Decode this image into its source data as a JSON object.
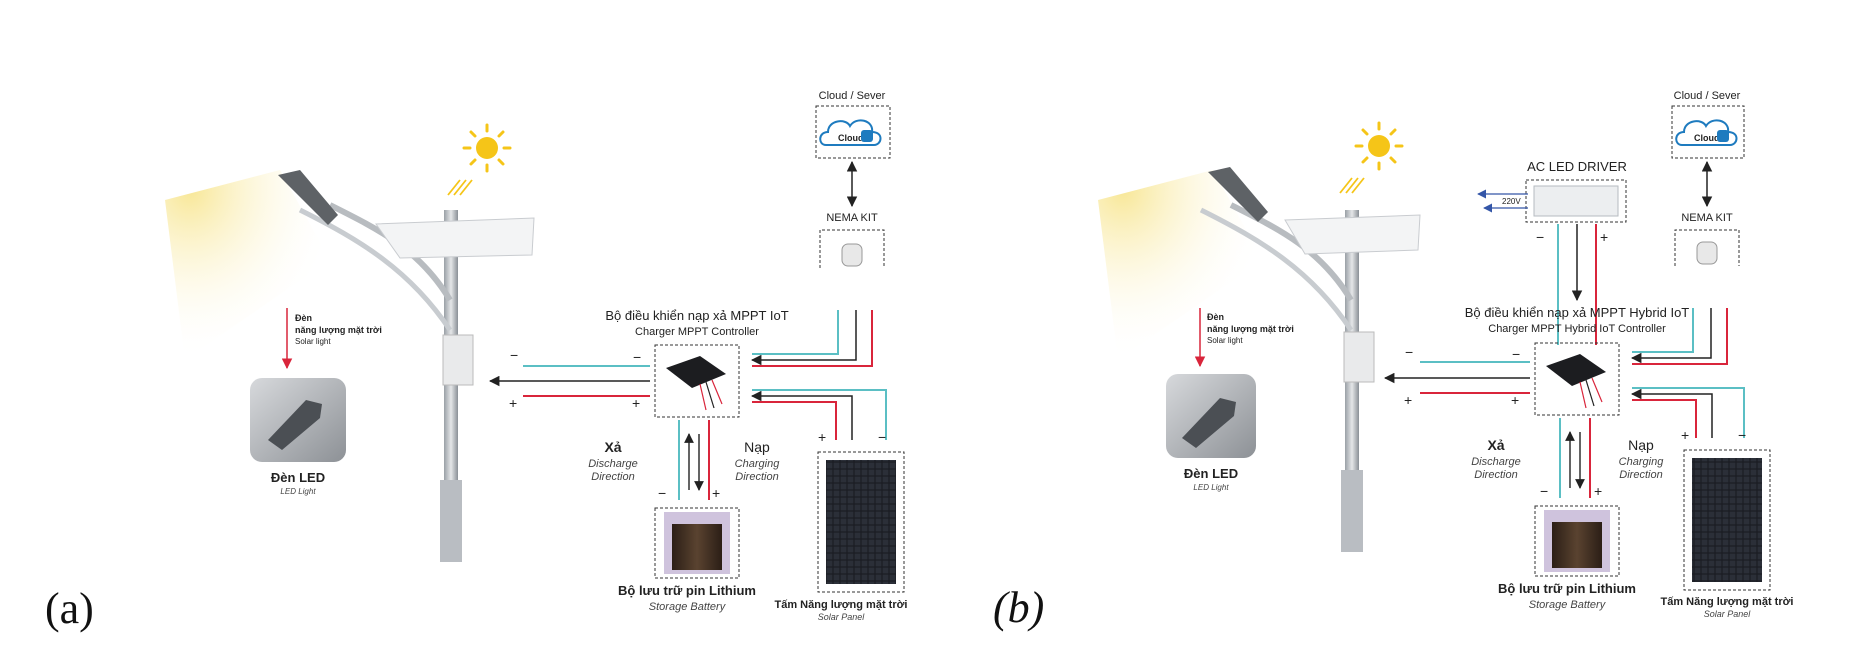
{
  "colors": {
    "negative_wire": "#5bbfc4",
    "positive_wire": "#d9253b",
    "control_wire": "#222222",
    "sun": "#f5c518",
    "node_border": "#333333",
    "cloud_stroke": "#1e7bbf"
  },
  "panels": [
    {
      "label": "(a)",
      "solar_light_label": {
        "line1": "Đèn",
        "line2": "năng lượng mặt trời",
        "line3": "Solar light"
      },
      "led": {
        "title": "Đèn LED",
        "subtitle": "LED Light"
      },
      "cloud": {
        "caption": "Cloud / Sever",
        "badge": "Cloud"
      },
      "nema": {
        "caption": "NEMA KIT"
      },
      "controller": {
        "title": "Bộ điều khiển nạp xả MPPT IoT",
        "subtitle": "Charger MPPT Controller"
      },
      "discharge": {
        "title": "Xả",
        "line1": "Discharge",
        "line2": "Direction"
      },
      "charge": {
        "title": "Nạp",
        "line1": "Charging",
        "line2": "Direction"
      },
      "battery": {
        "title": "Bộ lưu trữ pin Lithium",
        "subtitle": "Storage Battery"
      },
      "solar_panel": {
        "title": "Tấm Năng lượng mặt trời",
        "subtitle": "Solar Panel"
      },
      "signs": {
        "minus": "−",
        "plus": "+"
      }
    },
    {
      "label": "(b)",
      "solar_light_label": {
        "line1": "Đèn",
        "line2": "năng lượng mặt trời",
        "line3": "Solar light"
      },
      "led": {
        "title": "Đèn LED",
        "subtitle": "LED Light"
      },
      "cloud": {
        "caption": "Cloud / Sever",
        "badge": "Cloud"
      },
      "nema": {
        "caption": "NEMA KIT"
      },
      "ac_driver": {
        "caption": "AC LED DRIVER",
        "voltage": "220V"
      },
      "controller": {
        "title": "Bộ điều khiển nạp xả MPPT Hybrid IoT",
        "subtitle": "Charger MPPT Hybrid IoT Controller"
      },
      "discharge": {
        "title": "Xả",
        "line1": "Discharge",
        "line2": "Direction"
      },
      "charge": {
        "title": "Nạp",
        "line1": "Charging",
        "line2": "Direction"
      },
      "battery": {
        "title": "Bộ lưu trữ pin Lithium",
        "subtitle": "Storage Battery"
      },
      "solar_panel": {
        "title": "Tấm Năng lượng mặt trời",
        "subtitle": "Solar Panel"
      },
      "signs": {
        "minus": "−",
        "plus": "+"
      }
    }
  ]
}
